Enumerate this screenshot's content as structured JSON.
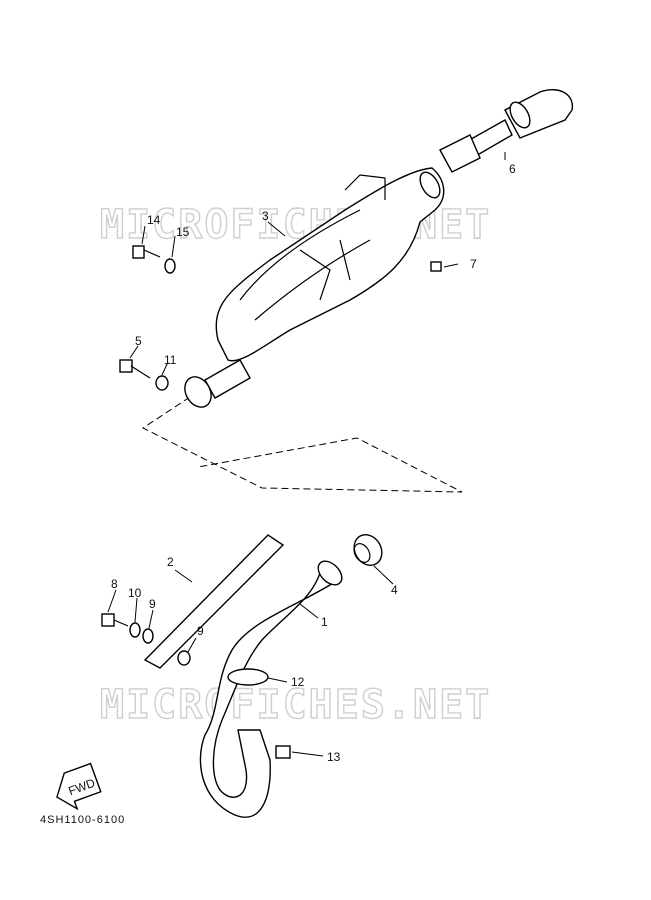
{
  "watermark": "MICROFICHES.NET",
  "diagram_code": "4SH1100-6100",
  "fwd_label": "FWD",
  "parts": {
    "p1": "1",
    "p2": "2",
    "p3": "3",
    "p4": "4",
    "p5": "5",
    "p6": "6",
    "p7": "7",
    "p8": "8",
    "p9a": "9",
    "p9b": "9",
    "p10": "10",
    "p11": "11",
    "p12": "12",
    "p13": "13",
    "p14": "14",
    "p15": "15"
  }
}
